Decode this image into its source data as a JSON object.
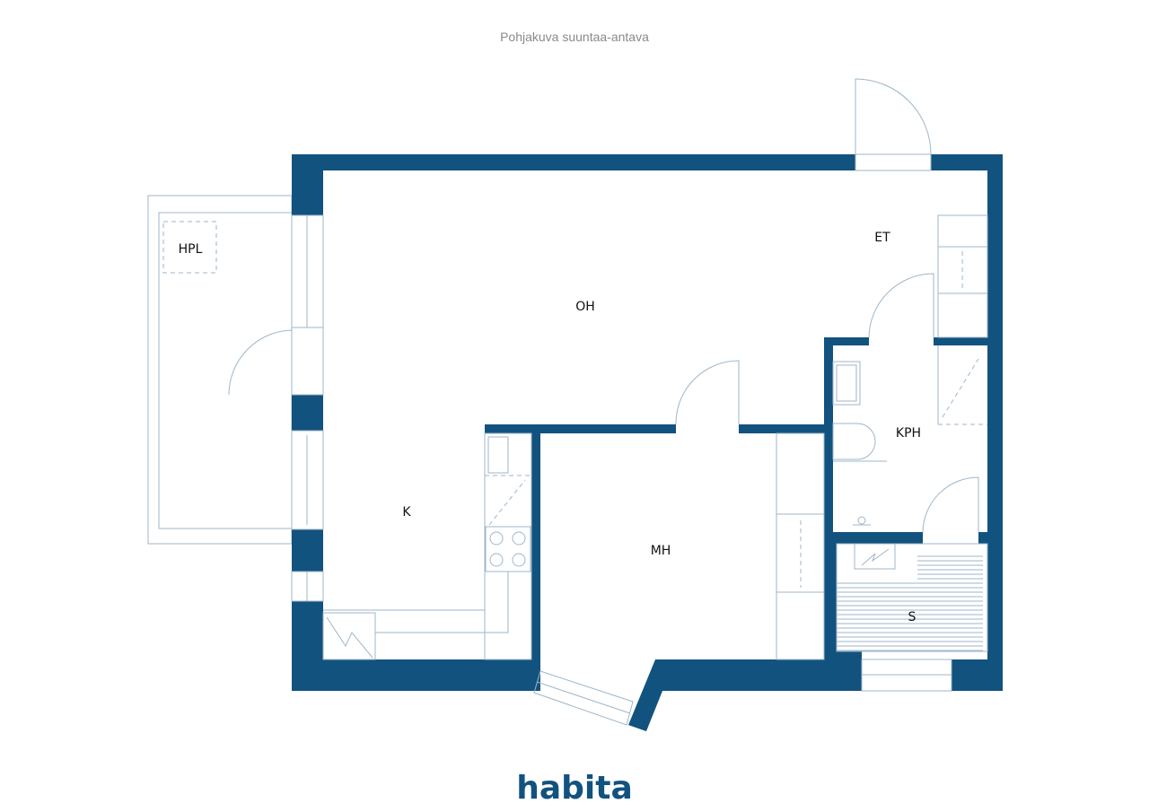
{
  "caption": "Pohjakuva suuntaa-antava",
  "rooms": {
    "oh": "OH",
    "et": "ET",
    "kph": "KPH",
    "k": "K",
    "mh": "MH",
    "s": "S",
    "hpl": "HPL"
  },
  "brand": "habita",
  "colors": {
    "wall": "#12527f",
    "line": "#9fb6c8"
  }
}
